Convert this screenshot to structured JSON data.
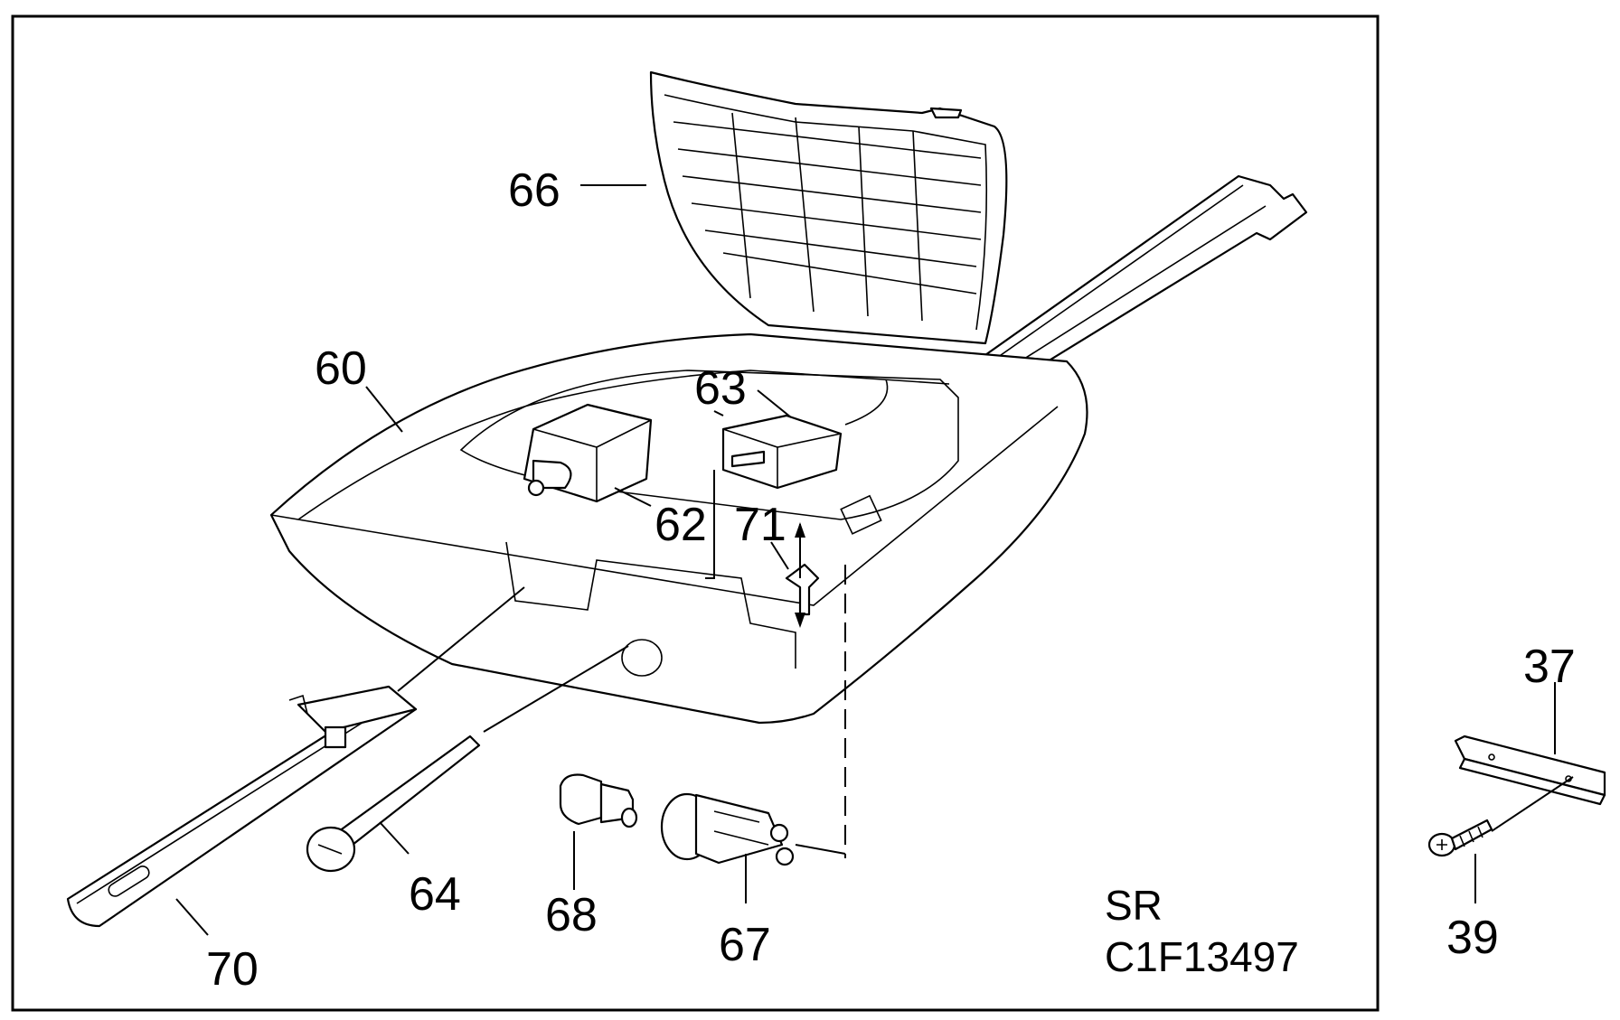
{
  "callouts": {
    "p60": "60",
    "p62": "62",
    "p63": "63",
    "p64": "64",
    "p66": "66",
    "p67": "67",
    "p68": "68",
    "p70": "70",
    "p71": "71",
    "p37": "37",
    "p39": "39"
  },
  "code_block": {
    "line1": "SR",
    "line2": "C1F13497"
  }
}
